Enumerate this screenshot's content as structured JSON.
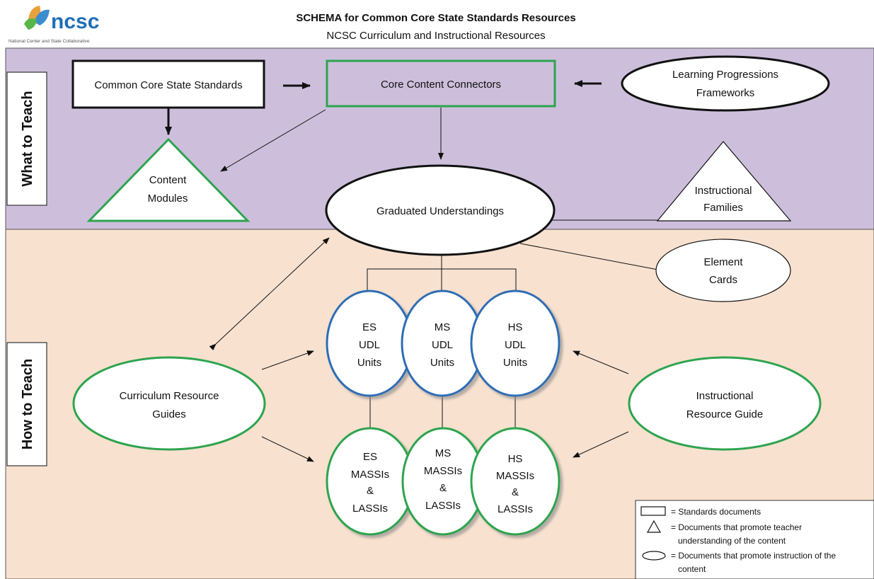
{
  "header": {
    "logo_text": "ncsc",
    "logo_tagline": "National Center and State Collaborative",
    "title": "SCHEMA for Common Core State Standards Resources",
    "subtitle": "NCSC Curriculum and Instructional Resources"
  },
  "colors": {
    "what_band": "#cdbfdc",
    "how_band": "#f8e1cf",
    "green": "#2da44e",
    "blue": "#2f6db5",
    "black": "#111111"
  },
  "sections": {
    "what": "What to Teach",
    "how": "How to Teach"
  },
  "nodes": {
    "ccss": "Common Core State Standards",
    "ccc": "Core Content Connectors",
    "lpf": [
      "Learning Progressions",
      "Frameworks"
    ],
    "cm": [
      "Content",
      "Modules"
    ],
    "gu": "Graduated Understandings",
    "if": [
      "Instructional",
      "Families"
    ],
    "ec": [
      "Element",
      "Cards"
    ],
    "crg": [
      "Curriculum Resource",
      "Guides"
    ],
    "irg": [
      "Instructional",
      "Resource Guide"
    ],
    "es_udl": [
      "ES",
      "UDL",
      "Units"
    ],
    "ms_udl": [
      "MS",
      "UDL",
      "Units"
    ],
    "hs_udl": [
      "HS",
      "UDL",
      "Units"
    ],
    "es_mass": [
      "ES",
      "MASSIs",
      "&",
      "LASSIs"
    ],
    "ms_mass": [
      "MS",
      "MASSIs",
      "&",
      "LASSIs"
    ],
    "hs_mass": [
      "HS",
      "MASSIs",
      "&",
      "LASSIs"
    ]
  },
  "legend": {
    "rect": "= Standards documents",
    "triangle": [
      "= Documents that promote teacher",
      "understanding of the content"
    ],
    "ellipse": [
      "= Documents that promote instruction of the",
      "content"
    ]
  }
}
